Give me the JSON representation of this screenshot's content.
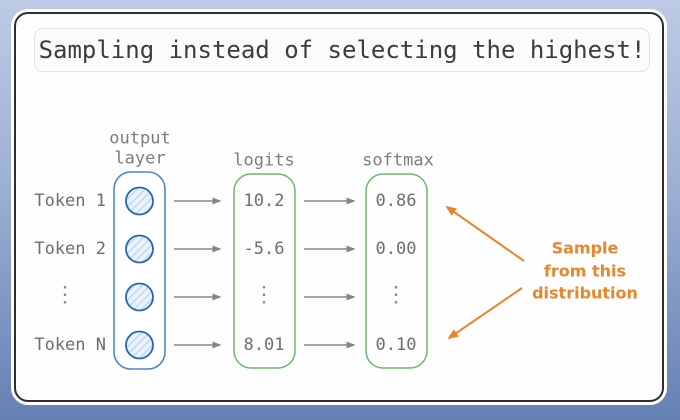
{
  "title": "Sampling instead of selecting the highest!",
  "headers": {
    "output_layer": [
      "output",
      "layer"
    ],
    "logits": "logits",
    "softmax": "softmax"
  },
  "rows": [
    {
      "token": "Token 1",
      "logit": "10.2",
      "softmax": "0.86"
    },
    {
      "token": "Token 2",
      "logit": "-5.6",
      "softmax": "0.00"
    },
    {
      "token": "⋮",
      "logit": "⋮",
      "softmax": "⋮"
    },
    {
      "token": "Token N",
      "logit": "8.01",
      "softmax": "0.10"
    }
  ],
  "annotation": {
    "lines": [
      "Sample",
      "from this",
      "distribution"
    ]
  },
  "colors": {
    "accent_orange": "#e8872a",
    "box_green": "#6cb86f",
    "box_blue": "#4d86cc",
    "neuron_stroke_blue": "#2a66b0",
    "arrow_gray": "#868686",
    "background_top": "#bdcae5",
    "background_bottom": "#6580b4"
  }
}
